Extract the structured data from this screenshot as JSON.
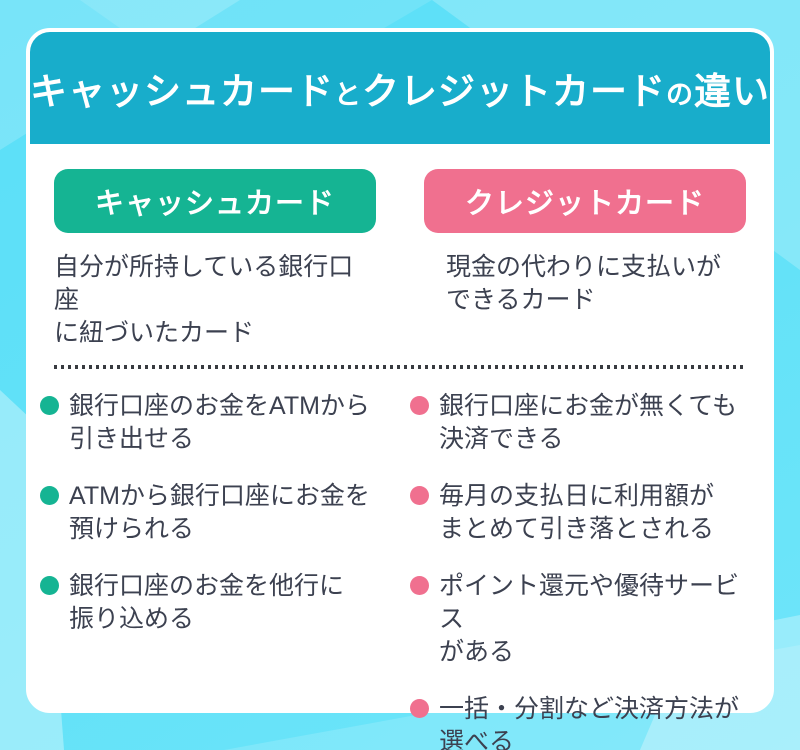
{
  "title": {
    "part1": "キャッシュカード",
    "connector1": "と",
    "part2": "クレジットカード",
    "connector2": "の",
    "part3": "違い"
  },
  "columns": [
    {
      "id": "cash-card",
      "header": "キャッシュカード",
      "accent_color": "#15B493",
      "description": "自分が所持している銀行口座\nに紐づいたカード",
      "items": [
        "銀行口座のお金をATMから\n引き出せる",
        "ATMから銀行口座にお金を\n預けられる",
        "銀行口座のお金を他行に\n振り込める"
      ]
    },
    {
      "id": "credit-card",
      "header": "クレジットカード",
      "accent_color": "#F0708F",
      "description": "現金の代わりに支払いが\nできるカード",
      "items": [
        "銀行口座にお金が無くても\n決済できる",
        "毎月の支払日に利用額が\nまとめて引き落とされる",
        "ポイント還元や優待サービス\nがある",
        "一括・分割など決済方法が\n選べる"
      ]
    }
  ],
  "colors": {
    "background": "#5FE0F8",
    "title_bar": "#18ADCB",
    "cash_accent": "#15B493",
    "credit_accent": "#F0708F",
    "text": "#3C4150",
    "card_background": "#FFFFFF",
    "divider": "#383B40"
  }
}
